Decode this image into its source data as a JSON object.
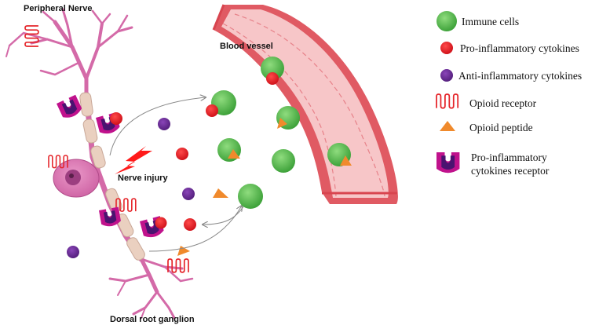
{
  "labels": {
    "peripheral_nerve": "Peripheral Nerve",
    "blood_vessel": "Blood vessel",
    "nerve_injury": "Nerve injury",
    "dorsal_root_ganglion": "Dorsal root ganglion"
  },
  "legend": {
    "immune_cells": "Immune cells",
    "pro_inflammatory_cytokines": "Pro-inflammatory cytokines",
    "anti_inflammatory_cytokines": "Anti-inflammatory cytokines",
    "opioid_receptor": "Opioid receptor",
    "opioid_peptide": "Opioid peptide",
    "receptor_line1": "Pro-inflammatory",
    "receptor_line2": "cytokines receptor"
  },
  "colors": {
    "neuron": "#d46aa8",
    "neuron_dark": "#b04a88",
    "myelin": "#ead0c0",
    "immune_cell": "#4cb848",
    "immune_cell_light": "#8fdc7e",
    "pro_cytokine": "#e8191f",
    "anti_cytokine": "#6a2a96",
    "opioid_receptor": "#e5252a",
    "opioid_peptide": "#f08a2c",
    "vessel_wall": "#d8454f",
    "vessel_lumen": "#f7c6c8",
    "receptor_magenta": "#c0128c",
    "receptor_purple": "#4a1370"
  }
}
